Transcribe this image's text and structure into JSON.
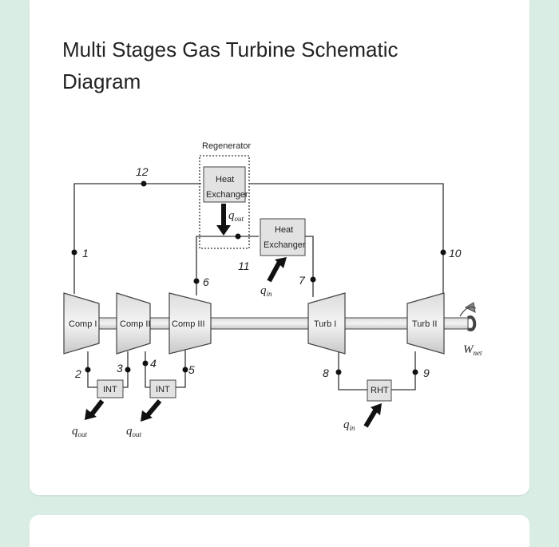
{
  "title": "Multi Stages Gas Turbine Schematic Diagram",
  "diagram": {
    "regenerator_label": "Regenerator",
    "regen_hx_line1": "Heat",
    "regen_hx_line2": "Exchanger",
    "hx_line1": "Heat",
    "hx_line2": "Exchanger",
    "comp1": "Comp I",
    "comp2": "Comp II",
    "comp3": "Comp III",
    "turb1": "Turb I",
    "turb2": "Turb II",
    "int1": "INT",
    "int2": "INT",
    "rht": "RHT",
    "q_main": "q",
    "sub_out": "out",
    "sub_in": "in",
    "w_main": "W",
    "sub_net": "net",
    "states": [
      "1",
      "2",
      "3",
      "4",
      "5",
      "6",
      "7",
      "8",
      "9",
      "10",
      "11",
      "12"
    ]
  }
}
